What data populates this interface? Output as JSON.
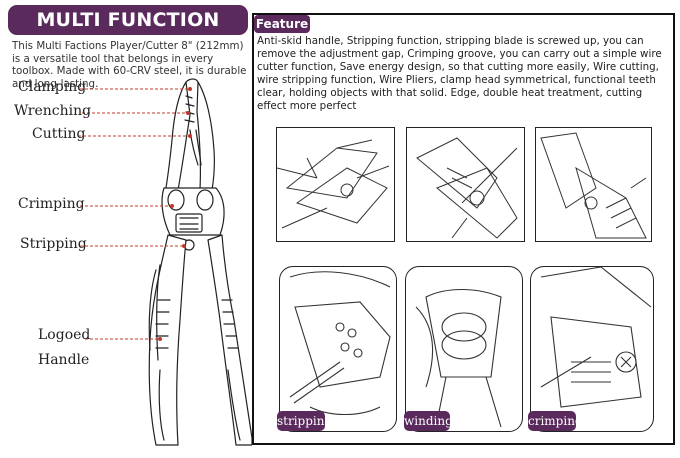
{
  "title": "MULTI FUNCTION PLIER",
  "description": "This Multi Factions Player/Cutter 8\" (212mm) is a versatile tool that belongs in every toolbox. Made with 60-CRV steel, it is durable and long-lasting.",
  "parts": {
    "clamping": "Clamping",
    "wrenching": "Wrenching",
    "cutting": "Cutting",
    "crimping": "Crimping",
    "stripping": "Stripping",
    "logoed": "Logoed",
    "handle": "Handle"
  },
  "feature": {
    "heading": "Feature",
    "text": "Anti-skid handle, Stripping function, stripping blade is screwed up, you can remove the adjustment gap, Crimping groove, you can carry out a simple wire cutter function, Save energy design, so that cutting more easily, Wire cutting, wire stripping function, Wire Pliers, clamp head symmetrical, functional teeth clear, holding objects with that solid. Edge, double heat treatment, cutting effect more perfect"
  },
  "usage_labels": {
    "stripping": "stripping",
    "winding": "winding",
    "crimping": "crimping"
  },
  "colors": {
    "accent": "#5a2a5c",
    "line": "#222222"
  }
}
